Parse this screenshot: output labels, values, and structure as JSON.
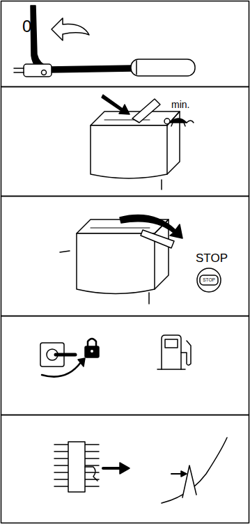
{
  "diagram": {
    "labels": [
      "0",
      "min.",
      "STOP",
      "STOP"
    ]
  }
}
